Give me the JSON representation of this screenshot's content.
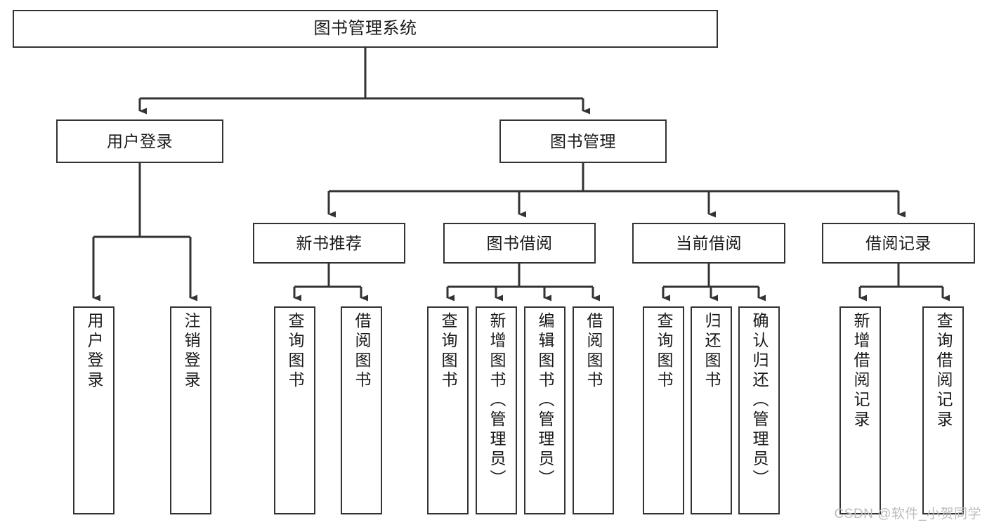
{
  "diagram": {
    "title": "图书管理系统",
    "type": "tree-hierarchy-chart",
    "colors": {
      "box_border": "#333333",
      "box_fill": "#ffffff",
      "connector": "#333333",
      "text": "#1a1a1a",
      "watermark": "#bdbdbd"
    },
    "root": {
      "label": "图书管理系统"
    },
    "level2": [
      {
        "label": "用户登录"
      },
      {
        "label": "图书管理"
      }
    ],
    "level3": [
      {
        "label": "新书推荐"
      },
      {
        "label": "图书借阅"
      },
      {
        "label": "当前借阅"
      },
      {
        "label": "借阅记录"
      }
    ],
    "leaves": {
      "user_login": [
        {
          "label": "用户登录"
        },
        {
          "label": "注销登录"
        }
      ],
      "new_book_recommend": [
        {
          "label": "查询图书"
        },
        {
          "label": "借阅图书"
        }
      ],
      "book_borrow": [
        {
          "label": "查询图书"
        },
        {
          "label": "新增图书（管理员）"
        },
        {
          "label": "编辑图书（管理员）"
        },
        {
          "label": "借阅图书"
        }
      ],
      "current_borrow": [
        {
          "label": "查询图书"
        },
        {
          "label": "归还图书"
        },
        {
          "label": "确认归还（管理员）"
        }
      ],
      "borrow_record": [
        {
          "label": "新增借阅记录"
        },
        {
          "label": "查询借阅记录"
        }
      ]
    }
  },
  "watermark": {
    "text": "CSDN @软件_小贺同学"
  }
}
